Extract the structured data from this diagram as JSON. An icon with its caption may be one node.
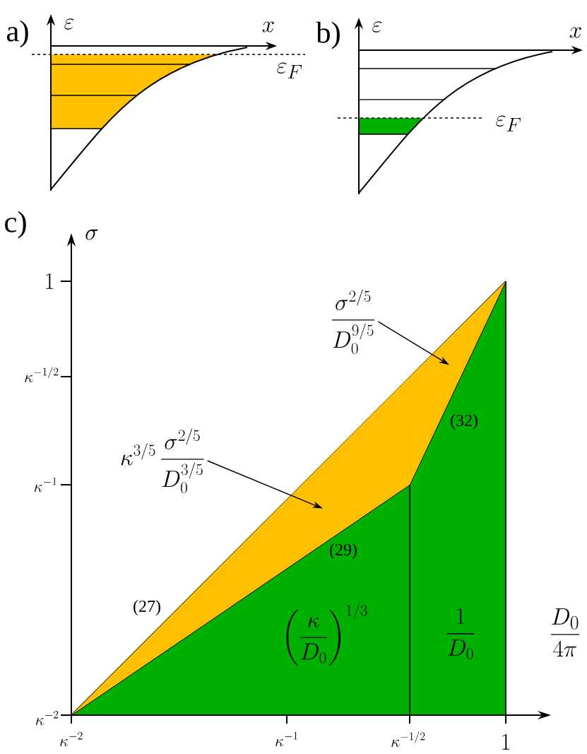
{
  "diagram": {
    "nodes": [
      {
        "text": [
          "\\frac{\\sigma^{2/5}}{D_0^{9/5}}"
        ]
      },
      {
        "text": [
          "\\kappa^{3/5}\\,\\frac{\\sigma^{2/5}}{D_0^{3/5}}"
        ]
      },
      {
        "text": [],
        "shape": "triangle"
      },
      {
        "text": [],
        "shape": "triangle"
      }
    ],
    "edges": [
      {
        "from": 0,
        "to": 3,
        "arrow": "to"
      },
      {
        "from": 1,
        "to": 2,
        "arrow": "to"
      }
    ],
    "labels": [
      "a)",
      "\\varepsilon",
      "x",
      "\\varepsilon_F",
      "b)",
      "\\varepsilon",
      "x",
      "\\varepsilon_F",
      "c)",
      "\\sigma",
      "1",
      "\\kappa^{-1/2}",
      "(32)",
      "\\kappa^{-1}",
      "(29)",
      "(27)",
      "\\left(\\frac{\\kappa}{D_0}\\right)^{1/3}",
      "\\frac{1}{D_0}",
      "\\frac{D_0}{4\\pi}",
      "\\kappa^{-2}",
      "\\kappa^{-2}",
      "\\kappa^{-1}",
      "\\kappa^{-1/2}",
      "1"
    ]
  }
}
